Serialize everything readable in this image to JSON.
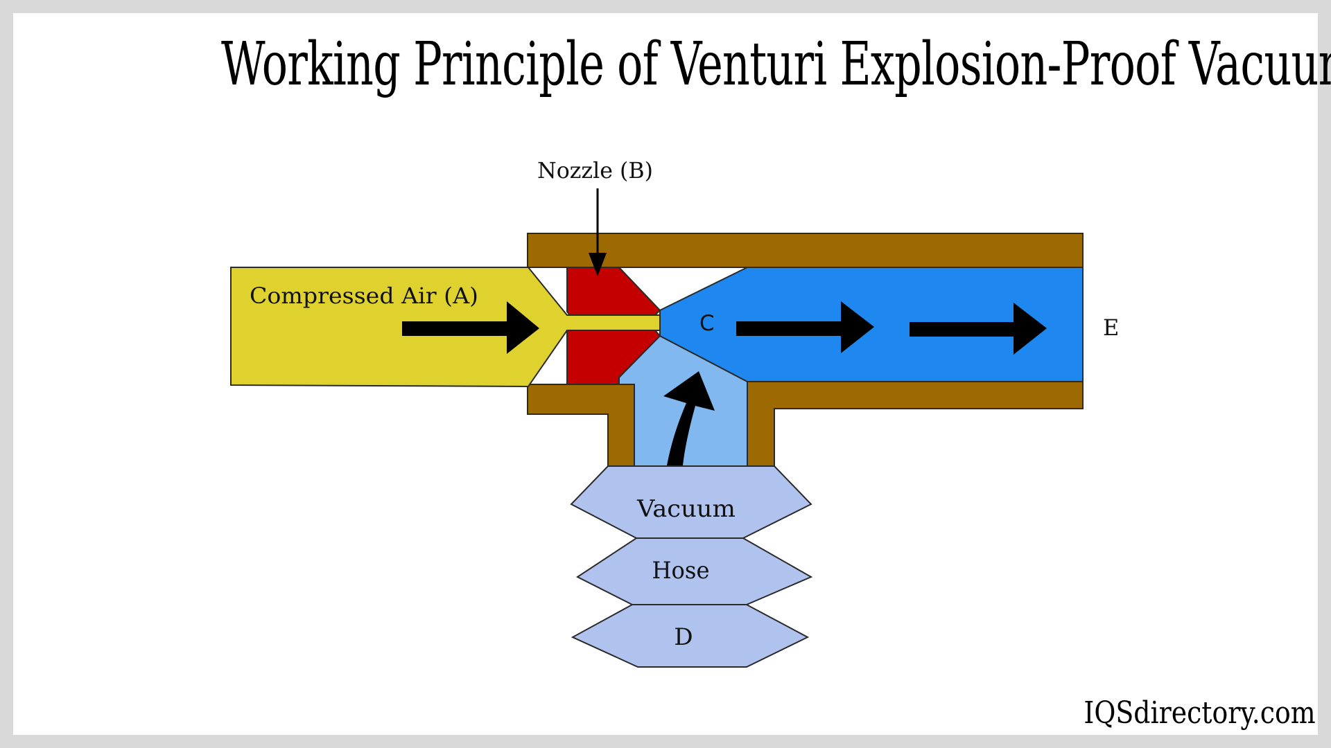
{
  "title": "Working Principle of Venturi Explosion-Proof Vacuum",
  "watermark": "IQSdirectory.com",
  "labels": {
    "compressed_air": "Compressed Air (A)",
    "nozzle": "Nozzle (B)",
    "chamber": "C",
    "exhaust": "E",
    "hose_line1": "Vacuum",
    "hose_line2": "Hose",
    "hose_line3": "D"
  },
  "colors": {
    "compressed_air": "#e0d22e",
    "nozzle": "#c40000",
    "mixing_chamber": "#1e88f0",
    "suction_inlet": "#82b8f0",
    "housing": "#9c6a00",
    "hose": "#b0c2ee",
    "arrow": "#000000",
    "outline": "#2a2a2a",
    "background": "#d9d9d9"
  }
}
